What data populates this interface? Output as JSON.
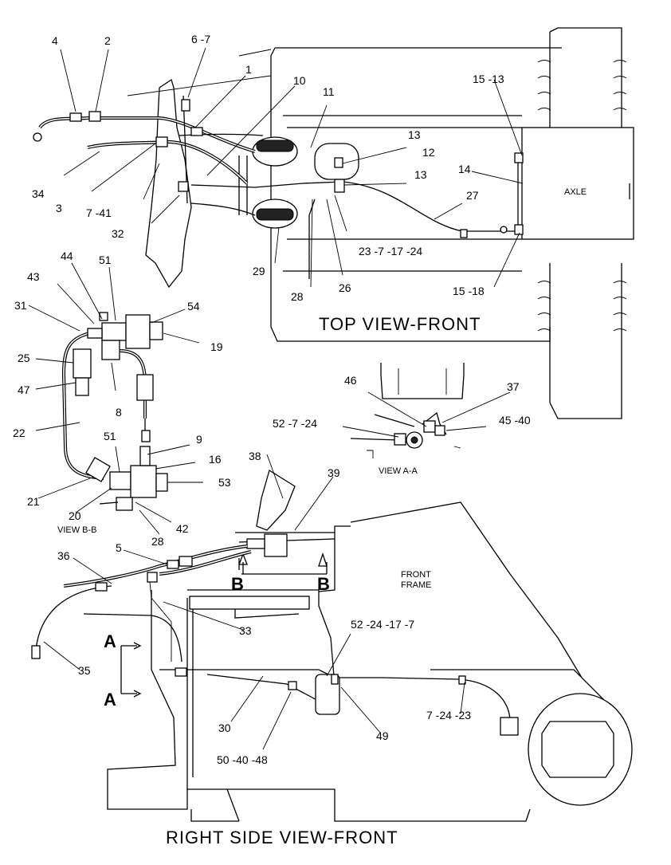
{
  "views": {
    "top": "TOP VIEW-FRONT",
    "right_side": "RIGHT SIDE VIEW-FRONT",
    "view_aa": "VIEW A-A",
    "view_bb": "VIEW B-B"
  },
  "structures": {
    "axle": "AXLE",
    "front_frame_1": "FRONT",
    "front_frame_2": "FRAME"
  },
  "section_marks": {
    "b_left": "B",
    "b_right": "B",
    "a_top": "A",
    "a_bottom": "A"
  },
  "callouts": {
    "c4": "4",
    "c2": "2",
    "c6_7": "6 -7",
    "c1": "1",
    "c10": "10",
    "c11": "11",
    "c15_13": "15 -13",
    "c13a": "13",
    "c12": "12",
    "c14": "14",
    "c13b": "13",
    "c27": "27",
    "c34": "34",
    "c3": "3",
    "c7_41": "7 -41",
    "c32": "32",
    "c23_7_17_24": "23 -7 -17 -24",
    "c29": "29",
    "c28a": "28",
    "c26": "26",
    "c15_18": "15 -18",
    "c44": "44",
    "c51a": "51",
    "c43": "43",
    "c54": "54",
    "c31": "31",
    "c19": "19",
    "c25": "25",
    "c47": "47",
    "c8": "8",
    "c22": "22",
    "c51b": "51",
    "c9": "9",
    "c16": "16",
    "c53": "53",
    "c21": "21",
    "c20": "20",
    "c42": "42",
    "c28b": "28",
    "c46": "46",
    "c37": "37",
    "c52_7_24": "52 -7 -24",
    "c45_40": "45 -40",
    "c38": "38",
    "c39": "39",
    "c36": "36",
    "c5": "5",
    "c33": "33",
    "c52_24_17_7": "52 -24 -17 -7",
    "c35": "35",
    "c30": "30",
    "c49": "49",
    "c7_24_23": "7 -24 -23",
    "c50_40_48": "50 -40 -48"
  }
}
